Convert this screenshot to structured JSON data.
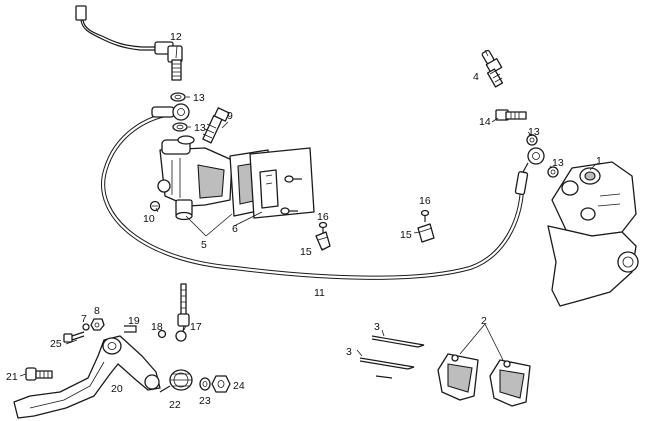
{
  "labels": {
    "c1": "1",
    "c2": "2",
    "c3a": "3",
    "c3b": "3",
    "c4": "4",
    "c5": "5",
    "c6": "6",
    "c7": "7",
    "c8": "8",
    "c9": "9",
    "c10": "10",
    "c11": "11",
    "c12": "12",
    "c13a": "13",
    "c13b": "13",
    "c13c": "13",
    "c13d": "13",
    "c14": "14",
    "c15a": "15",
    "c15b": "15",
    "c16a": "16",
    "c16b": "16",
    "c17": "17",
    "c18": "18",
    "c19": "19",
    "c20": "20",
    "c21": "21",
    "c22": "22",
    "c23": "23",
    "c24": "24",
    "c25": "25"
  }
}
